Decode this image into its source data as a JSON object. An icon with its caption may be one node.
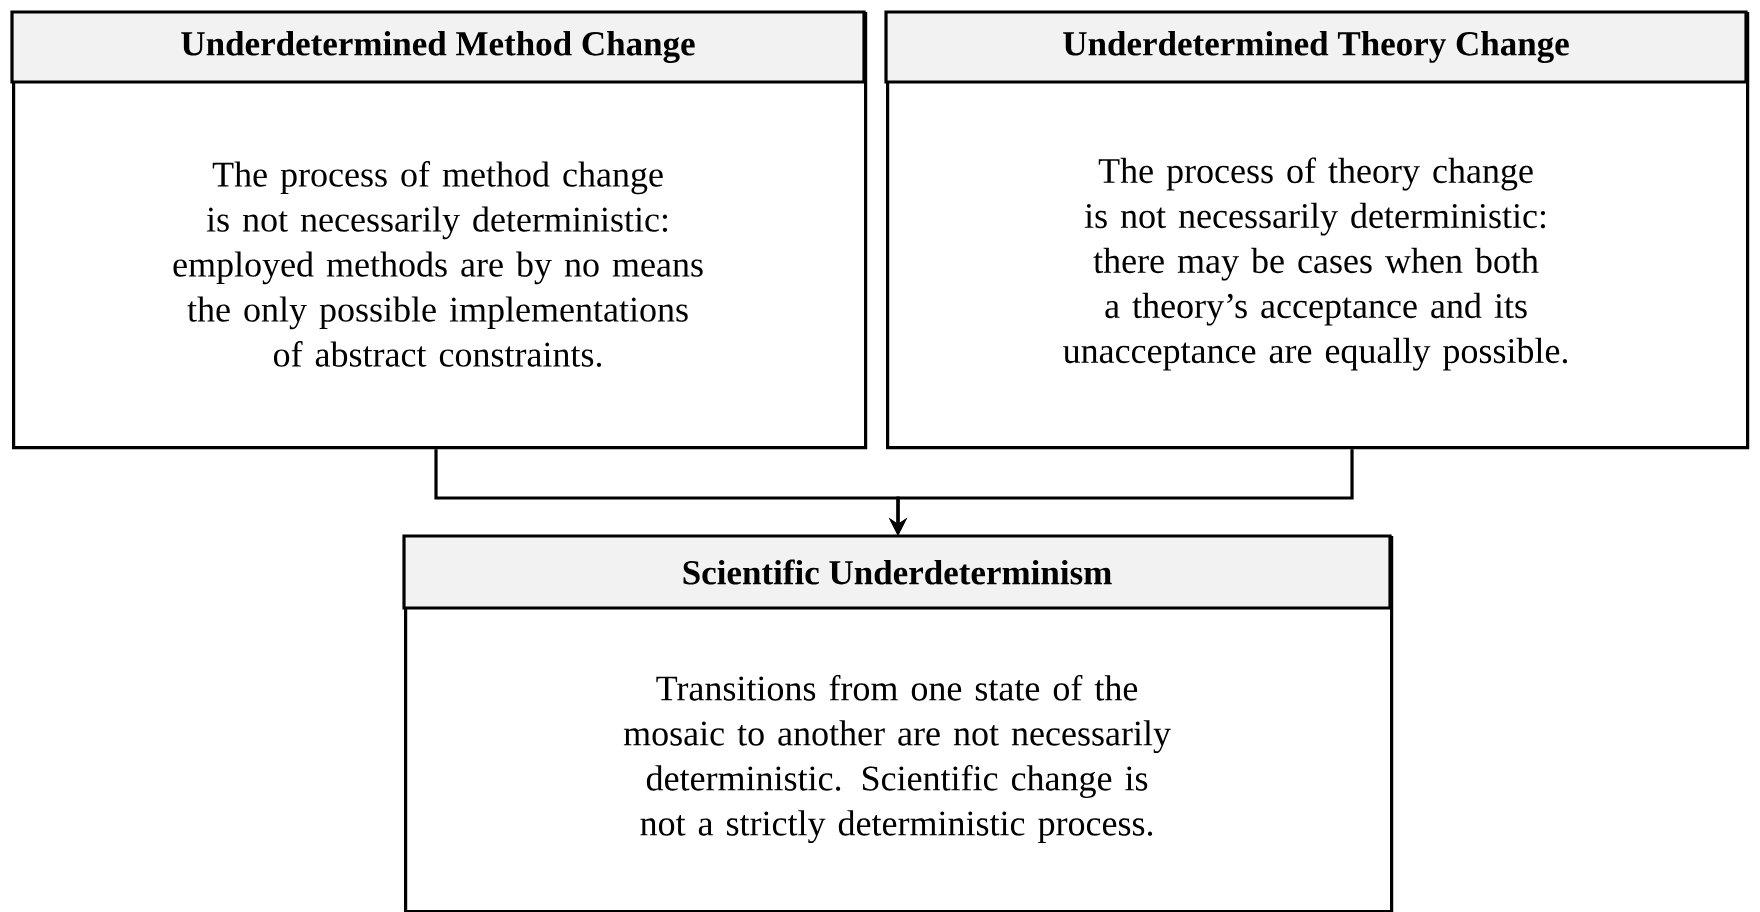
{
  "diagram": {
    "nodes": [
      {
        "text": [
          "Underdetermined Method Change",
          "The process of method change is not necessarily deterministic: employed methods are by no means the only possible implementations of abstract constraints."
        ]
      },
      {
        "text": [
          "Underdetermined Theory Change",
          "The process of theory change is not necessarily deterministic: there may be cases when both a theory’s acceptance and its unacceptance are equally possible."
        ]
      },
      {
        "text": [
          "Scientific Underdeterminism",
          "Transitions from one state of the mosaic to another are not necessarily deterministic. Scientific change is not a strictly deterministic process."
        ]
      }
    ],
    "edges": [
      {
        "from": 0,
        "to": 2,
        "arrow": "to"
      },
      {
        "from": 1,
        "to": 2,
        "arrow": "to"
      }
    ]
  }
}
